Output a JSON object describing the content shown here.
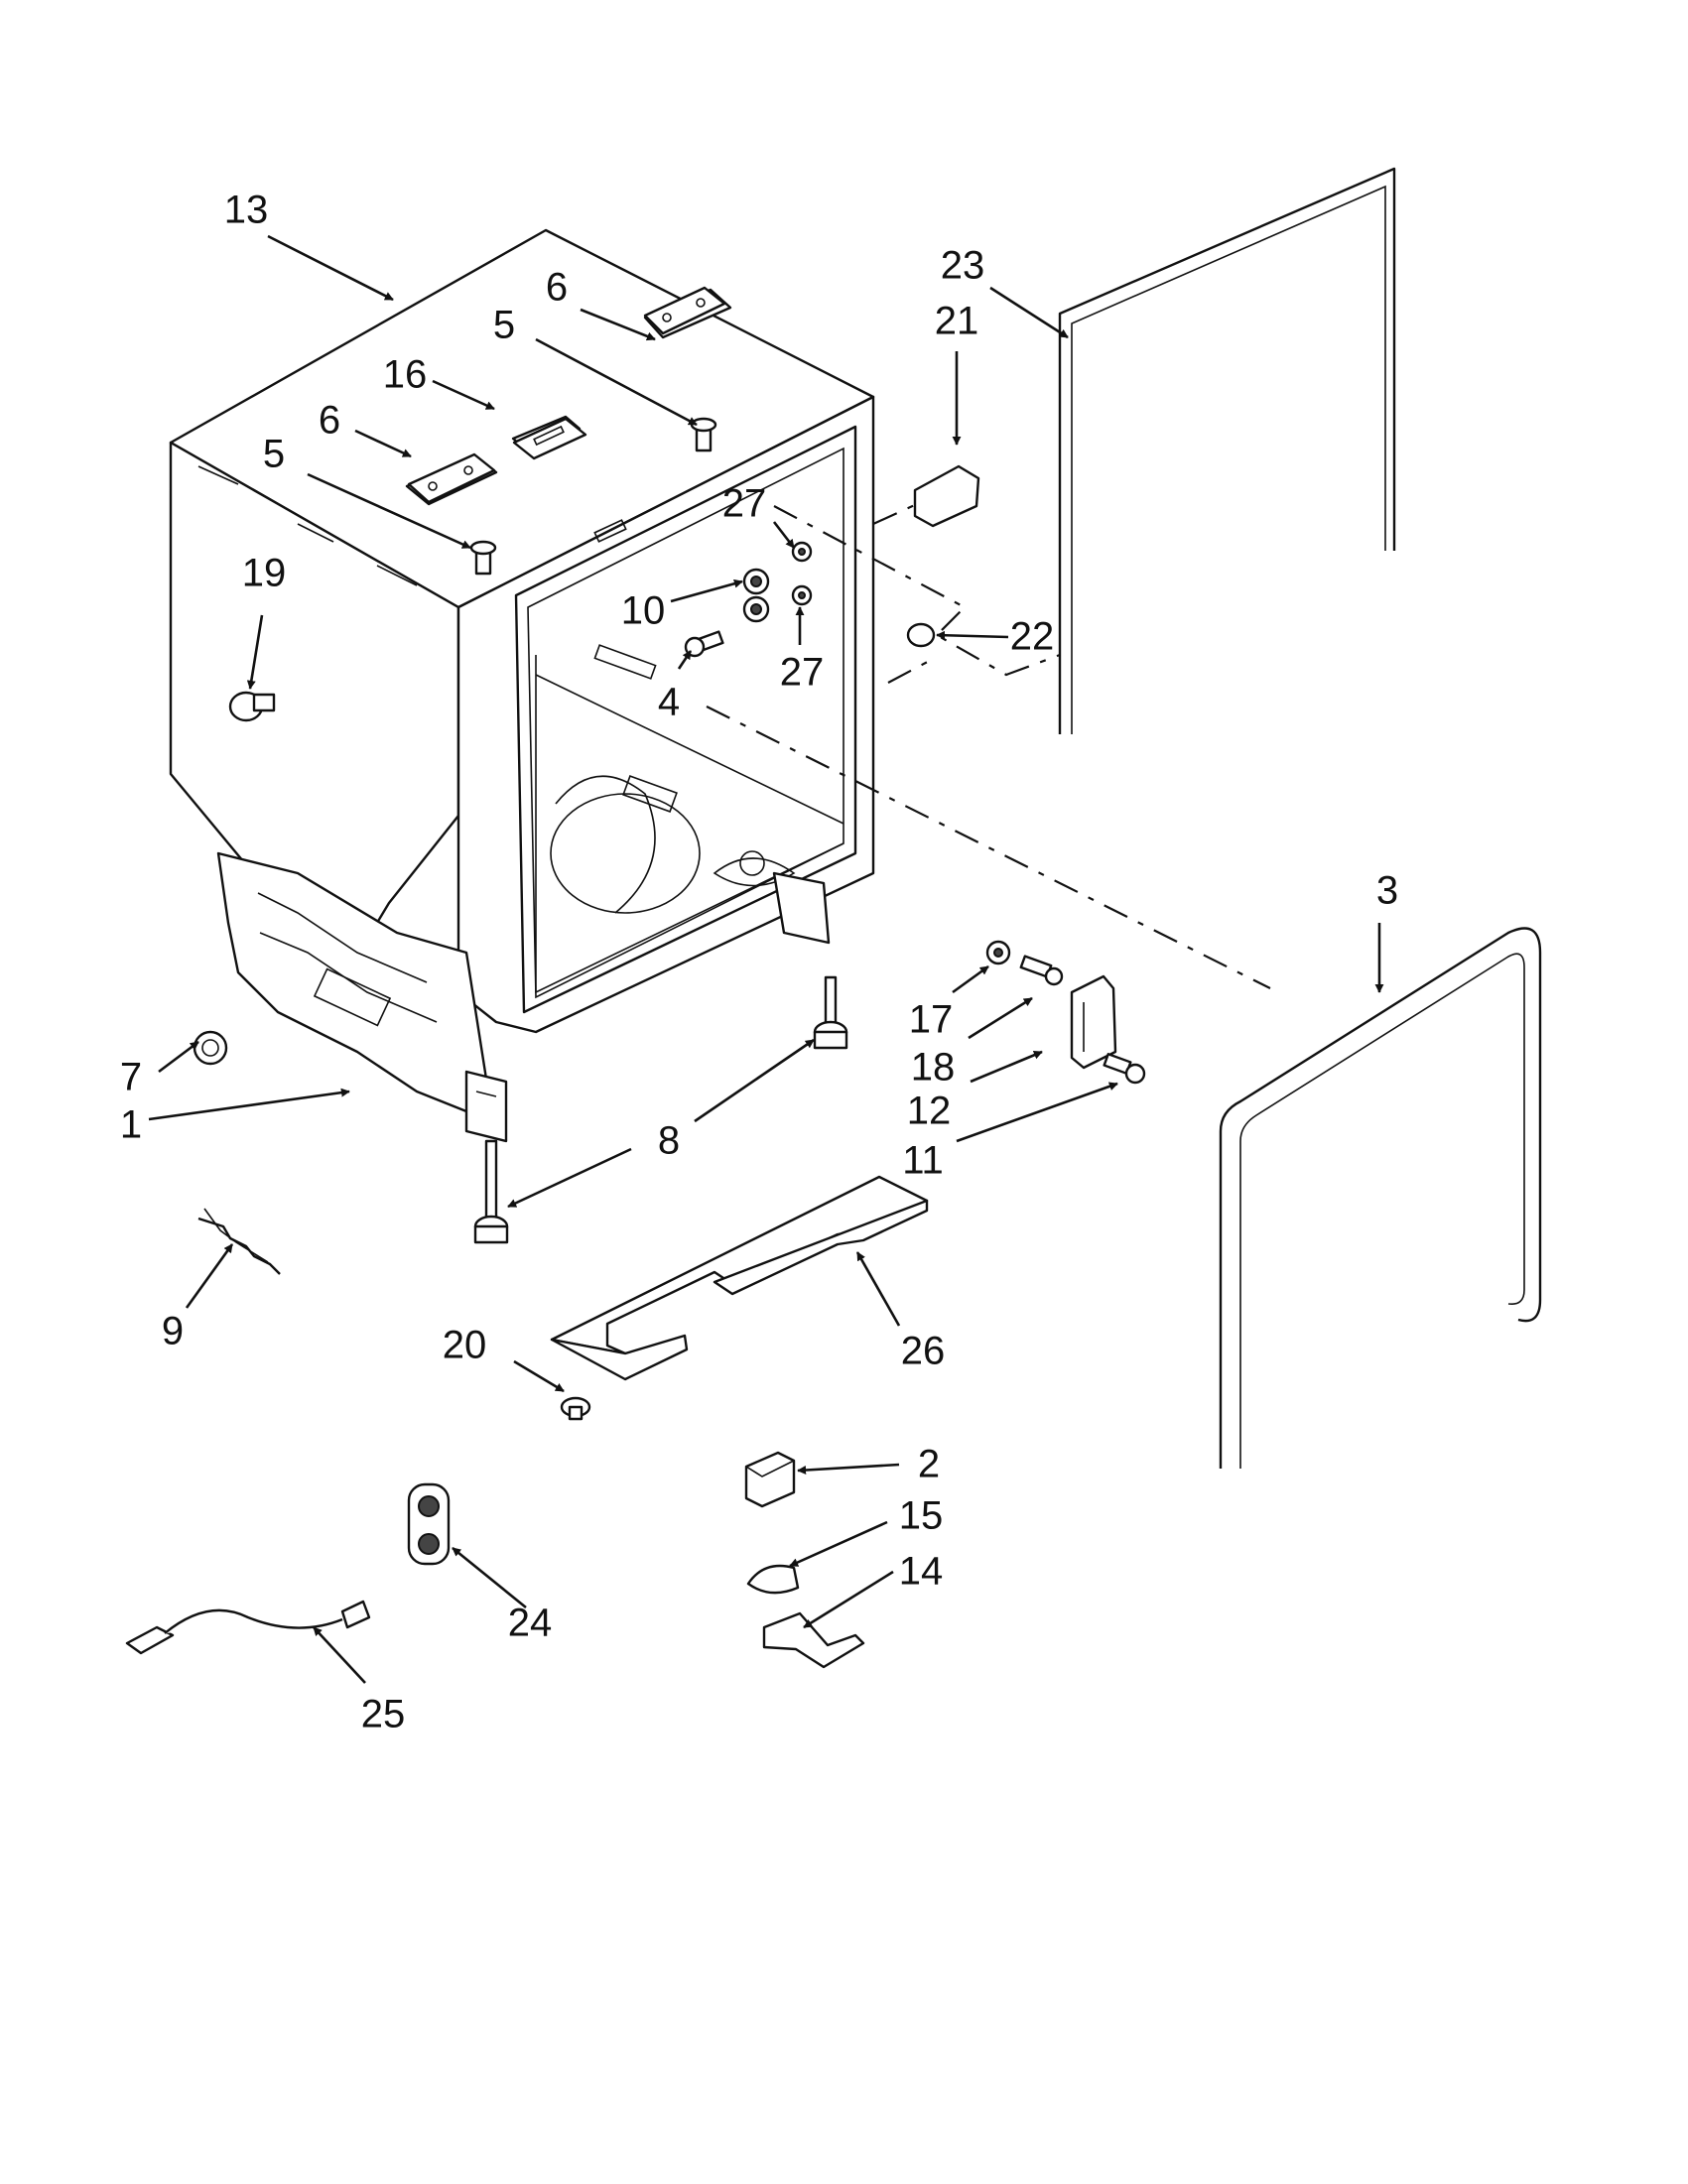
{
  "diagram": {
    "background": "#ffffff",
    "line_color": "#111111",
    "labels": [
      {
        "id": "label-1",
        "text": "1"
      },
      {
        "id": "label-2",
        "text": "2"
      },
      {
        "id": "label-3",
        "text": "3"
      },
      {
        "id": "label-4",
        "text": "4"
      },
      {
        "id": "label-5a",
        "text": "5"
      },
      {
        "id": "label-5b",
        "text": "5"
      },
      {
        "id": "label-6a",
        "text": "6"
      },
      {
        "id": "label-6b",
        "text": "6"
      },
      {
        "id": "label-7",
        "text": "7"
      },
      {
        "id": "label-8",
        "text": "8"
      },
      {
        "id": "label-9",
        "text": "9"
      },
      {
        "id": "label-10",
        "text": "10"
      },
      {
        "id": "label-11",
        "text": "11"
      },
      {
        "id": "label-12",
        "text": "12"
      },
      {
        "id": "label-13",
        "text": "13"
      },
      {
        "id": "label-14",
        "text": "14"
      },
      {
        "id": "label-15",
        "text": "15"
      },
      {
        "id": "label-16",
        "text": "16"
      },
      {
        "id": "label-17",
        "text": "17"
      },
      {
        "id": "label-18",
        "text": "18"
      },
      {
        "id": "label-19",
        "text": "19"
      },
      {
        "id": "label-20",
        "text": "20"
      },
      {
        "id": "label-21",
        "text": "21"
      },
      {
        "id": "label-22",
        "text": "22"
      },
      {
        "id": "label-23",
        "text": "23"
      },
      {
        "id": "label-24",
        "text": "24"
      },
      {
        "id": "label-25",
        "text": "25"
      },
      {
        "id": "label-26",
        "text": "26"
      },
      {
        "id": "label-27a",
        "text": "27"
      },
      {
        "id": "label-27b",
        "text": "27"
      }
    ]
  }
}
